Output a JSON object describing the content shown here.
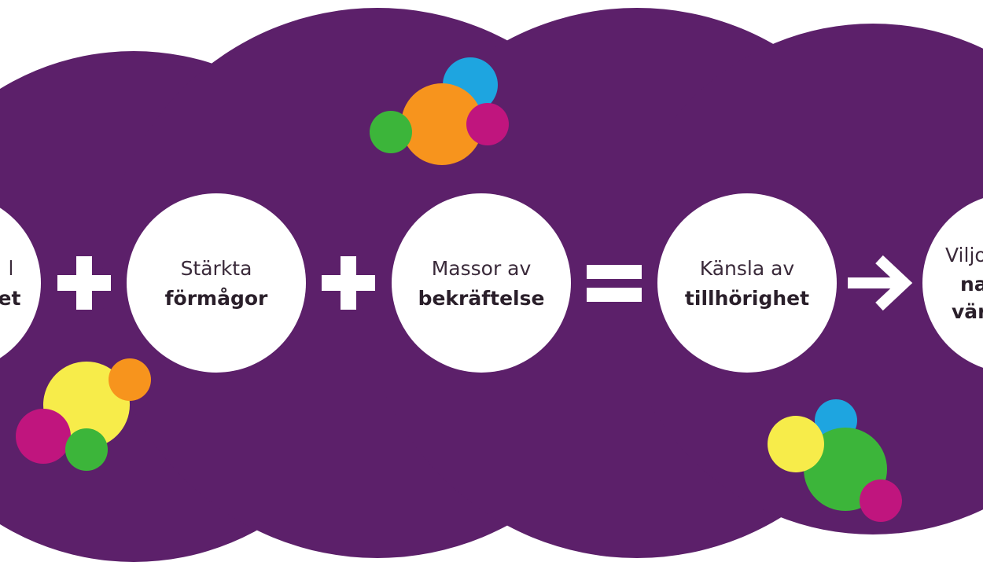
{
  "colors": {
    "purple": "#5c206a",
    "white": "#ffffff",
    "blue": "#1ea5e0",
    "orange": "#f7941d",
    "green": "#3cb53a",
    "magenta": "#c0157e",
    "yellow": "#f7ec4a"
  },
  "steps": [
    {
      "line1": "l",
      "line2": "et"
    },
    {
      "line1": "Stärkta",
      "line2": "förmågor"
    },
    {
      "line1": "Massor av",
      "line2": "bekräftelse"
    },
    {
      "line1": "Känsla av",
      "line2": "tillhörighet"
    },
    {
      "line1": "Viljo",
      "line2": "na",
      "line3": "vär"
    }
  ],
  "operators": [
    "plus",
    "plus",
    "equals",
    "arrow-right"
  ]
}
